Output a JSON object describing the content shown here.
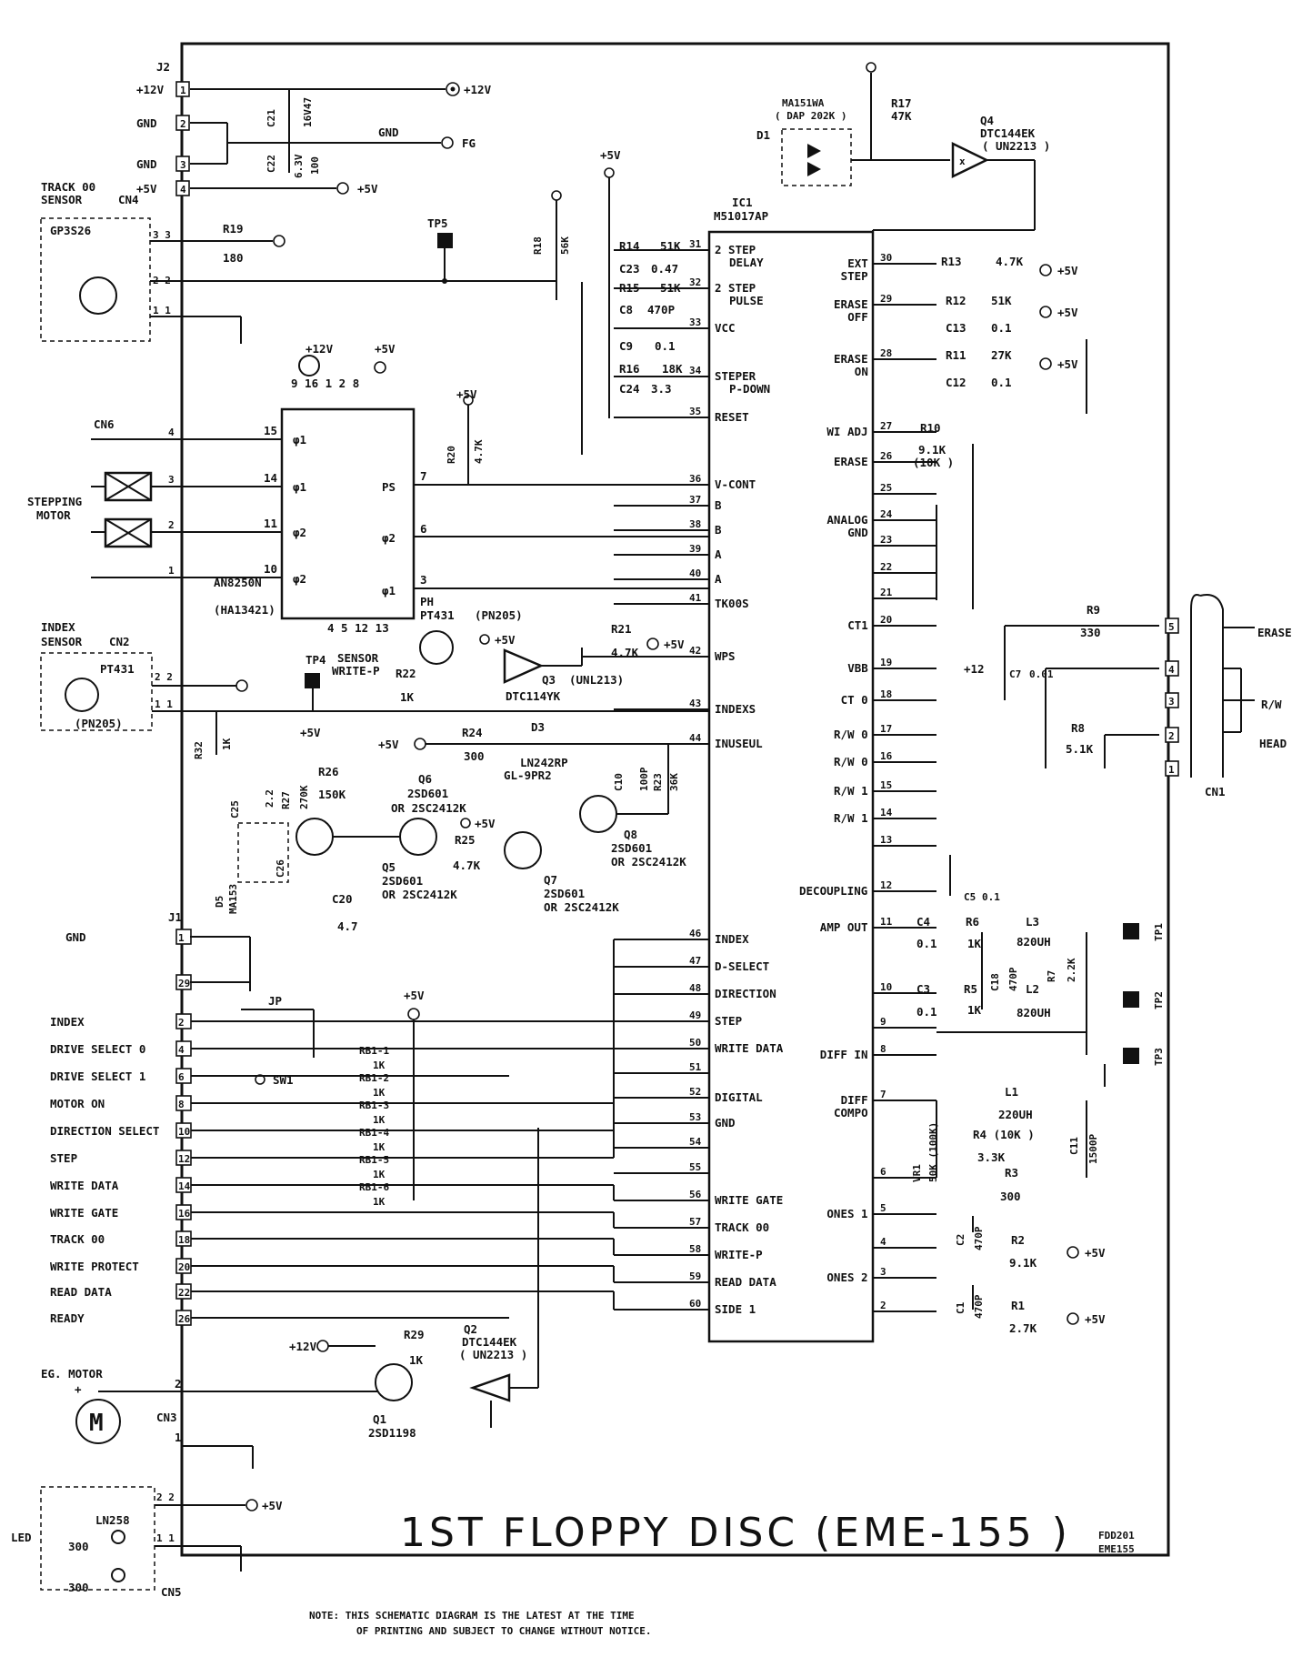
{
  "title": "1ST FLOPPY DISC (EME-155 )",
  "doc_code": [
    "FDD201",
    "EME155"
  ],
  "note": [
    "NOTE: THIS SCHEMATIC DIAGRAM IS THE LATEST AT THE TIME",
    "OF PRINTING AND SUBJECT TO CHANGE WITHOUT NOTICE."
  ],
  "j2": {
    "ref": "J2",
    "pins": [
      {
        "label": "+12V",
        "num": "1"
      },
      {
        "label": "GND",
        "num": "2"
      },
      {
        "label": "GND",
        "num": "3"
      },
      {
        "label": "+5V",
        "num": "4"
      }
    ]
  },
  "power": {
    "plus12": "+12V",
    "plus5": "+5V",
    "fg": "FG",
    "gnd": "GND"
  },
  "caps_top": {
    "c21": "C21",
    "c21v": "16V47",
    "c22": "C22",
    "c22v": "6.3V",
    "c22b": "100"
  },
  "diode_d1": {
    "ref": "D1",
    "part": "MA151WA",
    "alt": "( DAP 202K )"
  },
  "r17": {
    "ref": "R17",
    "val": "47K"
  },
  "q4": {
    "ref": "Q4",
    "part": "DTC144EK",
    "alt": "( UN2213 )",
    "x": "x"
  },
  "track00_sensor": {
    "label1": "TRACK 00",
    "label2": "SENSOR",
    "cn": "CN4",
    "part": "GP3S26",
    "p3": "3 3",
    "p2": "2 2",
    "p1": "1 1"
  },
  "r19": {
    "ref": "R19",
    "val": "180"
  },
  "tp5": "TP5",
  "r18": {
    "ref": "R18",
    "val": "56K"
  },
  "ic1": {
    "ref": "IC1",
    "part": "M51017AP"
  },
  "ic1_left": [
    {
      "num": "31",
      "label": "2 STEP",
      "label2": "DELAY"
    },
    {
      "num": "32",
      "label": "2 STEP",
      "label2": "PULSE"
    },
    {
      "num": "33",
      "label": "VCC"
    },
    {
      "num": "34",
      "label": "STEPER",
      "label2": "P-DOWN"
    },
    {
      "num": "35",
      "label": "RESET"
    },
    {
      "num": "36",
      "label": "V-CONT"
    },
    {
      "num": "37",
      "label": "B"
    },
    {
      "num": "38",
      "label": "B"
    },
    {
      "num": "39",
      "label": "A"
    },
    {
      "num": "40",
      "label": "A"
    },
    {
      "num": "41",
      "label": "TK00S"
    },
    {
      "num": "42",
      "label": "WPS"
    },
    {
      "num": "43",
      "label": "INDEXS"
    },
    {
      "num": "44",
      "label": "INUSEUL"
    },
    {
      "num": "46",
      "label": "INDEX"
    },
    {
      "num": "47",
      "label": "D-SELECT"
    },
    {
      "num": "48",
      "label": "DIRECTION"
    },
    {
      "num": "49",
      "label": "STEP"
    },
    {
      "num": "50",
      "label": "WRITE DATA"
    },
    {
      "num": "51",
      "label": ""
    },
    {
      "num": "52",
      "label": "DIGITAL"
    },
    {
      "num": "53",
      "label": "GND"
    },
    {
      "num": "54",
      "label": ""
    },
    {
      "num": "55",
      "label": ""
    },
    {
      "num": "56",
      "label": "WRITE GATE"
    },
    {
      "num": "57",
      "label": "TRACK 00"
    },
    {
      "num": "58",
      "label": "WRITE-P"
    },
    {
      "num": "59",
      "label": "READ DATA"
    },
    {
      "num": "60",
      "label": "SIDE 1"
    }
  ],
  "ic1_right": [
    {
      "num": "30",
      "label": "EXT",
      "label2": "STEP"
    },
    {
      "num": "29",
      "label": "ERASE",
      "label2": "OFF"
    },
    {
      "num": "28",
      "label": "ERASE",
      "label2": "ON"
    },
    {
      "num": "27",
      "label": "WI ADJ"
    },
    {
      "num": "26",
      "label": "ERASE"
    },
    {
      "num": "25",
      "label": ""
    },
    {
      "num": "24",
      "label": "ANALOG",
      "label2": "GND"
    },
    {
      "num": "23",
      "label": ""
    },
    {
      "num": "22",
      "label": ""
    },
    {
      "num": "21",
      "label": ""
    },
    {
      "num": "20",
      "label": "CT1"
    },
    {
      "num": "19",
      "label": "VBB"
    },
    {
      "num": "18",
      "label": "CT 0"
    },
    {
      "num": "17",
      "label": "R/W 0"
    },
    {
      "num": "16",
      "label": "R/W 0"
    },
    {
      "num": "15",
      "label": "R/W 1"
    },
    {
      "num": "14",
      "label": "R/W 1"
    },
    {
      "num": "13",
      "label": ""
    },
    {
      "num": "12",
      "label": "DECOUPLING"
    },
    {
      "num": "11",
      "label": "AMP OUT"
    },
    {
      "num": "10",
      "label": ""
    },
    {
      "num": "9",
      "label": ""
    },
    {
      "num": "8",
      "label": "DIFF IN"
    },
    {
      "num": "7",
      "label": "DIFF",
      "label2": "COMPO"
    },
    {
      "num": "6",
      "label": ""
    },
    {
      "num": "5",
      "label": "ONES 1"
    },
    {
      "num": "4",
      "label": ""
    },
    {
      "num": "3",
      "label": "ONES 2"
    },
    {
      "num": "2",
      "label": ""
    }
  ],
  "parts_left": {
    "r14": "R14",
    "r14v": "51K",
    "c23": "C23",
    "c23v": "0.47",
    "r15": "R15",
    "r15v": "51K",
    "c8": "C8",
    "c8v": "470P",
    "c9": "C9",
    "c9v": "0.1",
    "r16": "R16",
    "r16v": "18K",
    "c24": "C24",
    "c24v": "3.3",
    "r20": "R20",
    "r20v": "4.7K"
  },
  "parts_right": {
    "r13": "R13",
    "r13v": "4.7K",
    "r12": "R12",
    "r12v": "51K",
    "c13": "C13",
    "c13v": "0.1",
    "r11": "R11",
    "r11v": "27K",
    "c12": "C12",
    "c12v": "0.1",
    "r10": "R10",
    "r10v": "9.1K",
    "r10b": "(10K )",
    "c7": "C7",
    "c7v": "0.01",
    "plus12": "+12",
    "r9": "R9",
    "r9v": "330",
    "r8": "R8",
    "r8v": "5.1K",
    "c5": "C5",
    "c5v": "0.1",
    "c4": "C4",
    "c4v": "0.1",
    "r6": "R6",
    "r6v": "1K",
    "l3": "L3",
    "l3v": "820UH",
    "c18": "C18",
    "c18v": "470P",
    "r7": "R7",
    "r7v": "2.2K",
    "c3": "C3",
    "c3v": "0.1",
    "r5": "R5",
    "r5v": "1K",
    "l2": "L2",
    "l2v": "820UH",
    "l1": "L1",
    "l1v": "220UH",
    "vr1": "VR1",
    "vr1v": "50K (100K)",
    "r4": "R4 (10K )",
    "r4v": "3.3K",
    "c11": "C11",
    "c11v": "1500P",
    "r3": "R3",
    "r3v": "300",
    "c2": "C2",
    "c2v": "470P",
    "r2": "R2",
    "r2v": "9.1K",
    "c1": "C1",
    "c1v": "470P",
    "r1": "R1",
    "r1v": "2.7K",
    "tp1": "TP1",
    "tp2": "TP2",
    "tp3": "TP3"
  },
  "head": {
    "cn": "CN1",
    "erase": "ERASE",
    "rw": "R/W",
    "head": "HEAD",
    "pins": [
      "5",
      "4",
      "3",
      "2",
      "1"
    ]
  },
  "motor_driver": {
    "cn": "CN6",
    "label1": "STEPPING",
    "label2": "MOTOR",
    "part": "AN8250N",
    "alt": "(HA13421)",
    "pins_top": [
      "9",
      "16",
      "1",
      "2",
      "8"
    ],
    "pins_bottom": [
      "4",
      "5",
      "12",
      "13"
    ],
    "p15": "15",
    "p14": "14",
    "p11": "11",
    "p10": "10",
    "p7": "7",
    "p6": "6",
    "p3": "3",
    "ph1": "φ1",
    "ph1b": "φ1",
    "ph2": "φ2",
    "ph2b": "φ2",
    "ps": "PS",
    "ph2r": "φ2",
    "ph1r": "φ1",
    "cn_pins": [
      "4",
      "3",
      "2",
      "1"
    ]
  },
  "index_sensor": {
    "label1": "INDEX",
    "label2": "SENSOR",
    "cn": "CN2",
    "part": "PT431",
    "alt": "(PN205)",
    "p2": "2 2",
    "p1": "1 1"
  },
  "write_sensor": {
    "ph": "PH",
    "part": "PT431",
    "alt": "(PN205)",
    "label1": "SENSOR",
    "label2": "WRITE-P",
    "r22": "R22",
    "r22v": "1K",
    "tp4": "TP4",
    "q3": "Q3",
    "q3p": "DTC114YK",
    "q3alt": "(UNL213)",
    "r21": "R21",
    "r21v": "4.7K"
  },
  "led_circuit": {
    "r24": "R24",
    "r24v": "300",
    "d3": "D3",
    "d3p": "LN242RP",
    "d3alt": "GL-9PR2",
    "c10": "C10",
    "c10v": "100P",
    "r23": "R23",
    "r23v": "36K",
    "r32": "R32",
    "r32v": "1K",
    "r26": "R26",
    "r26v": "150K",
    "r27": "R27",
    "r27v": "270K",
    "c25": "C25",
    "c25v": "2.2",
    "c26": "C26",
    "d5": "D5",
    "d5p": "MA153",
    "c20": "C20",
    "c20v": "4.7",
    "q6": "Q6",
    "q6p": "2SD601",
    "q6alt": "OR 2SC2412K",
    "q5": "Q5",
    "q5p": "2SD601",
    "q5alt": "OR 2SC2412K",
    "r25": "R25",
    "r25v": "4.7K",
    "q7": "Q7",
    "q7p": "2SD601",
    "q7alt": "OR 2SC2412K",
    "q8": "Q8",
    "q8p": "2SD601",
    "q8alt": "OR 2SC2412K"
  },
  "j1": {
    "ref": "J1",
    "gnd": "GND",
    "pins": [
      {
        "label": "",
        "num": "1"
      },
      {
        "label": "",
        "num": "29"
      },
      {
        "label": "INDEX",
        "num": "2"
      },
      {
        "label": "DRIVE SELECT 0",
        "num": "4"
      },
      {
        "label": "DRIVE SELECT 1",
        "num": "6"
      },
      {
        "label": "MOTOR ON",
        "num": "8"
      },
      {
        "label": "DIRECTION   SELECT",
        "num": "10"
      },
      {
        "label": "STEP",
        "num": "12"
      },
      {
        "label": "WRITE DATA",
        "num": "14"
      },
      {
        "label": "WRITE GATE",
        "num": "16"
      },
      {
        "label": "TRACK 00",
        "num": "18"
      },
      {
        "label": "WRITE PROTECT",
        "num": "20"
      },
      {
        "label": "READ DATA",
        "num": "22"
      },
      {
        "label": "READY",
        "num": "26"
      }
    ],
    "jp": "JP",
    "sw1": "SW1",
    "rb": [
      "RB1-1",
      "RB1-2",
      "RB1-3",
      "RB1-4",
      "RB1-5",
      "RB1-6"
    ],
    "rbv": "1K"
  },
  "motor": {
    "label": "EG. MOTOR",
    "plus": "+",
    "cn": "CN3",
    "p2": "2",
    "p1": "1",
    "m": "M",
    "r29": "R29",
    "r29v": "1K",
    "q2": "Q2",
    "q2p": "DTC144EK",
    "q2alt": "( UN2213 )",
    "q1": "Q1",
    "q1p": "2SD1198"
  },
  "led": {
    "label": "LED",
    "part": "LN258",
    "r1": "300",
    "r2": "300",
    "cn": "CN5",
    "p2": "2 2",
    "p1": "1 1"
  }
}
